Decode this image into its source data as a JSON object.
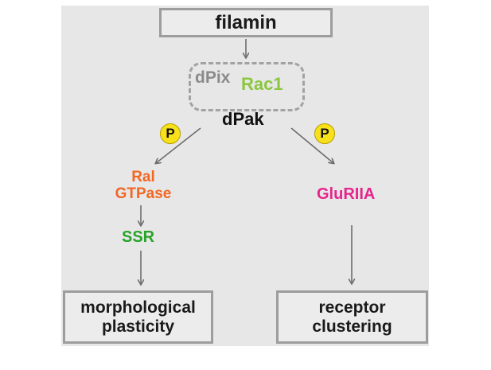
{
  "diagram": {
    "top_node": "filamin",
    "complex": {
      "members": [
        "dPix",
        "Rac1"
      ],
      "kinase": "dPak"
    },
    "phospho_symbol": "P",
    "left_branch": {
      "substrate_line1": "Ral",
      "substrate_line2": "GTPase",
      "downstream": "SSR",
      "outcome_line1": "morphological",
      "outcome_line2": "plasticity"
    },
    "right_branch": {
      "substrate": "GluRIIA",
      "outcome_line1": "receptor",
      "outcome_line2": "clustering"
    },
    "colors": {
      "background": "#e7e7e8",
      "box_border": "#9d9d9d",
      "dPix": "#8a8a8a",
      "Rac1": "#8cc63f",
      "dPak": "#111111",
      "Ral_GTPase": "#f26722",
      "SSR": "#29a329",
      "GluRIIA": "#e5258c",
      "phospho": "#f7e11a",
      "arrow": "#6d6d6d"
    }
  }
}
